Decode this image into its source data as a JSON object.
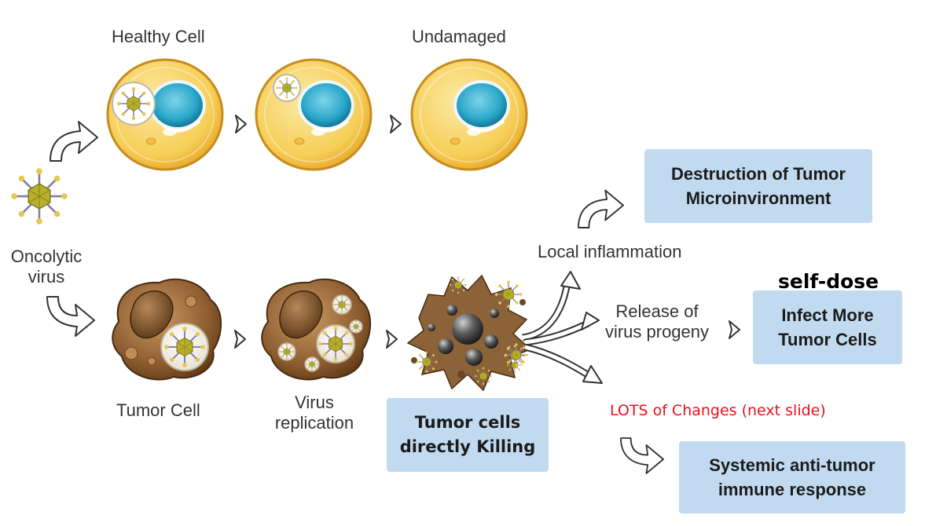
{
  "labels": {
    "healthy_cell": "Healthy Cell",
    "undamaged": "Undamaged",
    "oncolytic_line1": "Oncolytic",
    "oncolytic_line2": "virus",
    "tumor_cell": "Tumor Cell",
    "virus_replication_line1": "Virus",
    "virus_replication_line2": "replication",
    "local_inflammation": "Local inflammation",
    "release_line1": "Release of",
    "release_line2": "virus progeny"
  },
  "boxes": {
    "destruction_line1": "Destruction of Tumor",
    "destruction_line2": "Microinvironment",
    "infect_line1": "Infect More",
    "infect_line2": "Tumor Cells",
    "killing_line1": "Tumor cells",
    "killing_line2": "directly Killing",
    "systemic_line1": "Systemic anti-tumor",
    "systemic_line2": "immune response"
  },
  "notes": {
    "self_dose": "self-dose",
    "lots_of_changes": "LOTS of Changes (next slide)"
  },
  "colors": {
    "box_fill": "#c2daf0",
    "note_red": "#e8121b",
    "healthy_cytoplasm": "#f6cf58",
    "nucleus": "#2aa7c9",
    "tumor_cell": "#8a5a2e",
    "virus": "#b8b02c"
  }
}
